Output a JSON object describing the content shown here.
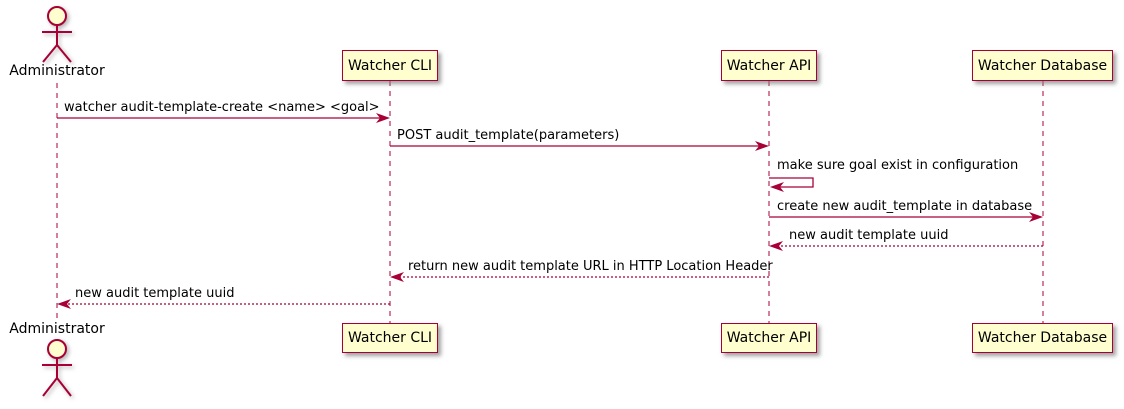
{
  "diagram_type": "sequence",
  "colors": {
    "accent": "#A80036",
    "fill": "#FEFECE",
    "text": "#000000",
    "bg": "#FFFFFF"
  },
  "actor": {
    "name": "Administrator"
  },
  "participants": [
    {
      "label": "Watcher CLI"
    },
    {
      "label": "Watcher API"
    },
    {
      "label": "Watcher Database"
    }
  ],
  "messages": [
    {
      "from": "Administrator",
      "to": "Watcher CLI",
      "text": "watcher audit-template-create <name> <goal>",
      "line": "solid"
    },
    {
      "from": "Watcher CLI",
      "to": "Watcher API",
      "text": "POST audit_template(parameters)",
      "line": "solid"
    },
    {
      "from": "Watcher API",
      "to": "Watcher API",
      "text": "make sure goal exist in configuration",
      "line": "solid",
      "self_message": true
    },
    {
      "from": "Watcher API",
      "to": "Watcher Database",
      "text": "create new audit_template in database",
      "line": "solid"
    },
    {
      "from": "Watcher Database",
      "to": "Watcher API",
      "text": "new audit template uuid",
      "line": "dotted"
    },
    {
      "from": "Watcher API",
      "to": "Watcher CLI",
      "text": "return new audit template URL in HTTP Location Header",
      "line": "dotted"
    },
    {
      "from": "Watcher CLI",
      "to": "Administrator",
      "text": "new audit template uuid",
      "line": "dotted"
    }
  ]
}
